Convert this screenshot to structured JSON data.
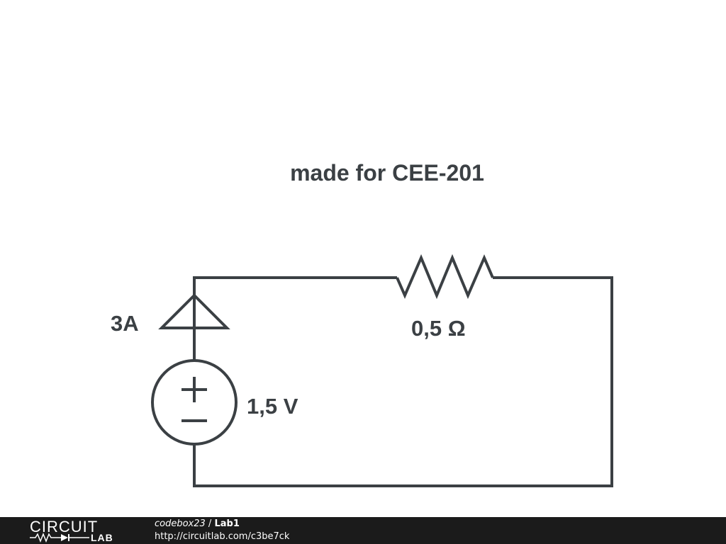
{
  "diagram": {
    "title": "made for CEE-201",
    "current_source_label": "3A",
    "resistor_label": "0,5 Ω",
    "voltage_source_label": "1,5 V",
    "voltage_plus_symbol": "+",
    "voltage_minus_symbol": "−"
  },
  "footer": {
    "logo_word_1": "CIRCUIT",
    "logo_word_2": "LAB",
    "author": "codebox23",
    "separator": " / ",
    "project": "Lab1",
    "url": "http://circuitlab.com/c3be7ck"
  },
  "colors": {
    "schematic_stroke": "#3b4044",
    "footer_background": "#1b1b1b",
    "footer_text": "#ffffff"
  }
}
